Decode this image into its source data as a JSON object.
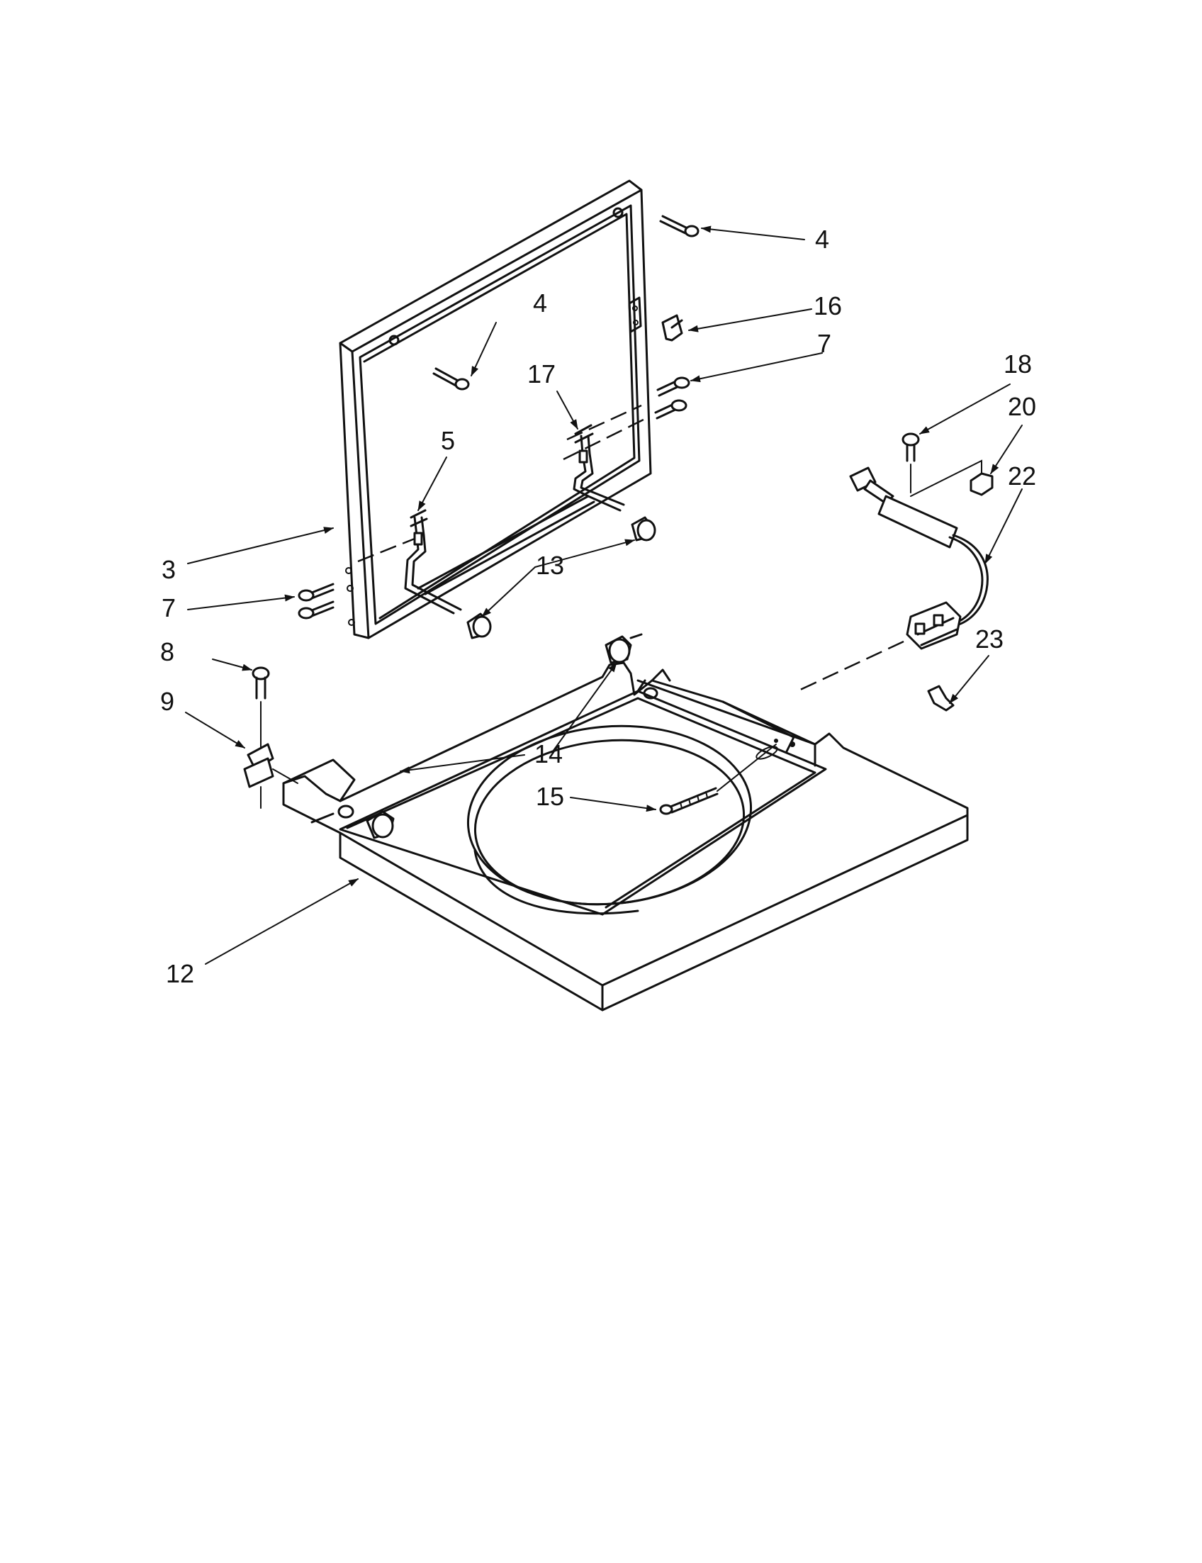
{
  "labels": {
    "c3": "3",
    "c4a": "4",
    "c4b": "4",
    "c5": "5",
    "c7a": "7",
    "c7b": "7",
    "c8": "8",
    "c9": "9",
    "c12": "12",
    "c13": "13",
    "c14": "14",
    "c15": "15",
    "c16": "16",
    "c17": "17",
    "c18": "18",
    "c20": "20",
    "c22": "22",
    "c23": "23"
  }
}
